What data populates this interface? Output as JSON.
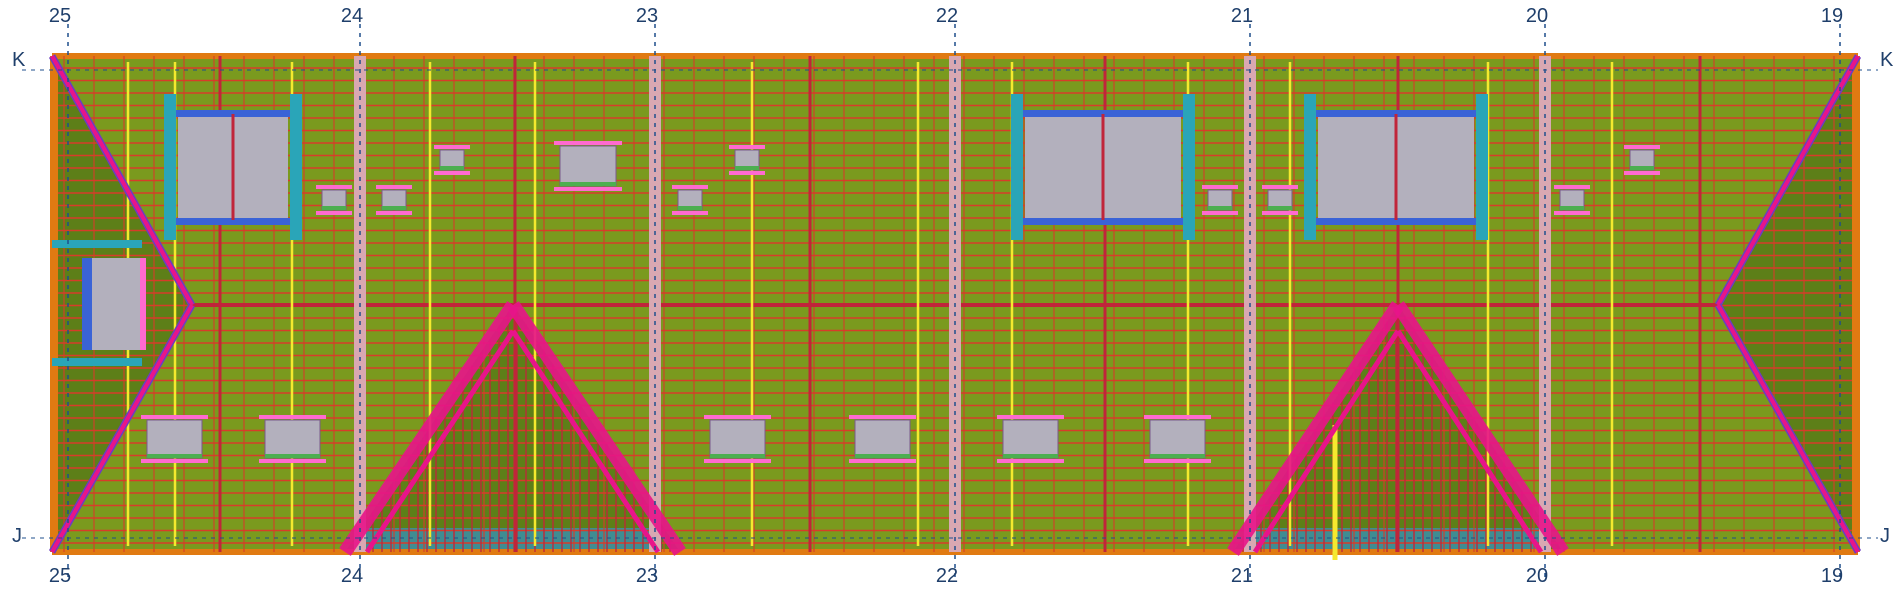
{
  "grid": {
    "columns": [
      "25",
      "24",
      "23",
      "22",
      "21",
      "20",
      "19"
    ],
    "rows": [
      "K",
      "J"
    ]
  },
  "colors": {
    "background": "#ffffff",
    "roof_fill": "#7a9a1e",
    "roof_dark": "#5d7f18",
    "eave_band": "#e07a12",
    "batten": "#d83c2a",
    "rafter": "#c0253a",
    "hip_ridge": "#e8148a",
    "hip_outline": "#6a3fc0",
    "window_glass": "#b3b0bd",
    "window_frame": "#3a63d6",
    "window_side": "#2aa5b8",
    "window_trim": "#ff6ad0",
    "trimmer_yellow": "#f5e92e",
    "party_wall": "#d9a8b2",
    "gridline": "#1f4f8c",
    "gable_base": "#3a8fa8"
  },
  "icons": [
    "dormer-window-icon",
    "roof-light-icon",
    "grid-bubble-icon"
  ]
}
